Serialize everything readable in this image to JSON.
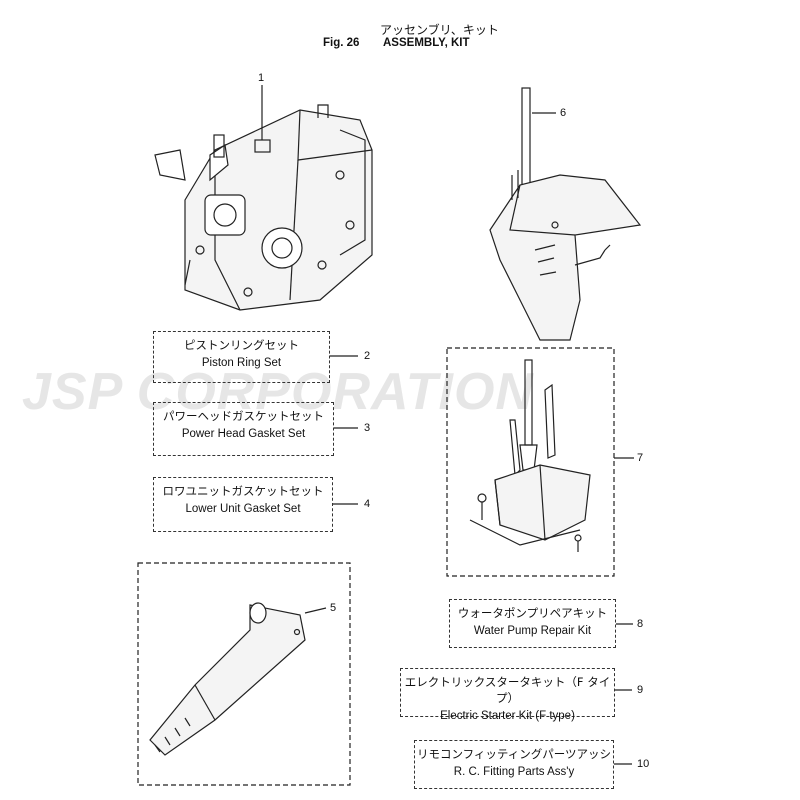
{
  "header": {
    "title_jp": "アッセンブリ、キット",
    "fig_label": "Fig. 26",
    "title_en": "ASSEMBLY, KIT"
  },
  "watermark": "JSP CORPORATION",
  "callouts": [
    "1",
    "2",
    "3",
    "4",
    "5",
    "6",
    "7",
    "8",
    "9",
    "10"
  ],
  "kits": {
    "piston_ring": {
      "jp": "ピストンリングセット",
      "en": "Piston Ring Set"
    },
    "power_head_gasket": {
      "jp": "パワーヘッドガスケットセット",
      "en": "Power Head Gasket Set"
    },
    "lower_unit_gasket": {
      "jp": "ロワユニットガスケットセット",
      "en": "Lower Unit Gasket Set"
    },
    "water_pump": {
      "jp": "ウォータポンプリペアキット",
      "en": "Water Pump Repair Kit"
    },
    "electric_starter": {
      "jp": "エレクトリックスタータキット（F タイプ）",
      "en": "Electric Starter Kit (F type)"
    },
    "rc_fitting": {
      "jp": "リモコンフィッティングパーツアッシ",
      "en": "R. C. Fitting Parts Ass'y"
    }
  }
}
